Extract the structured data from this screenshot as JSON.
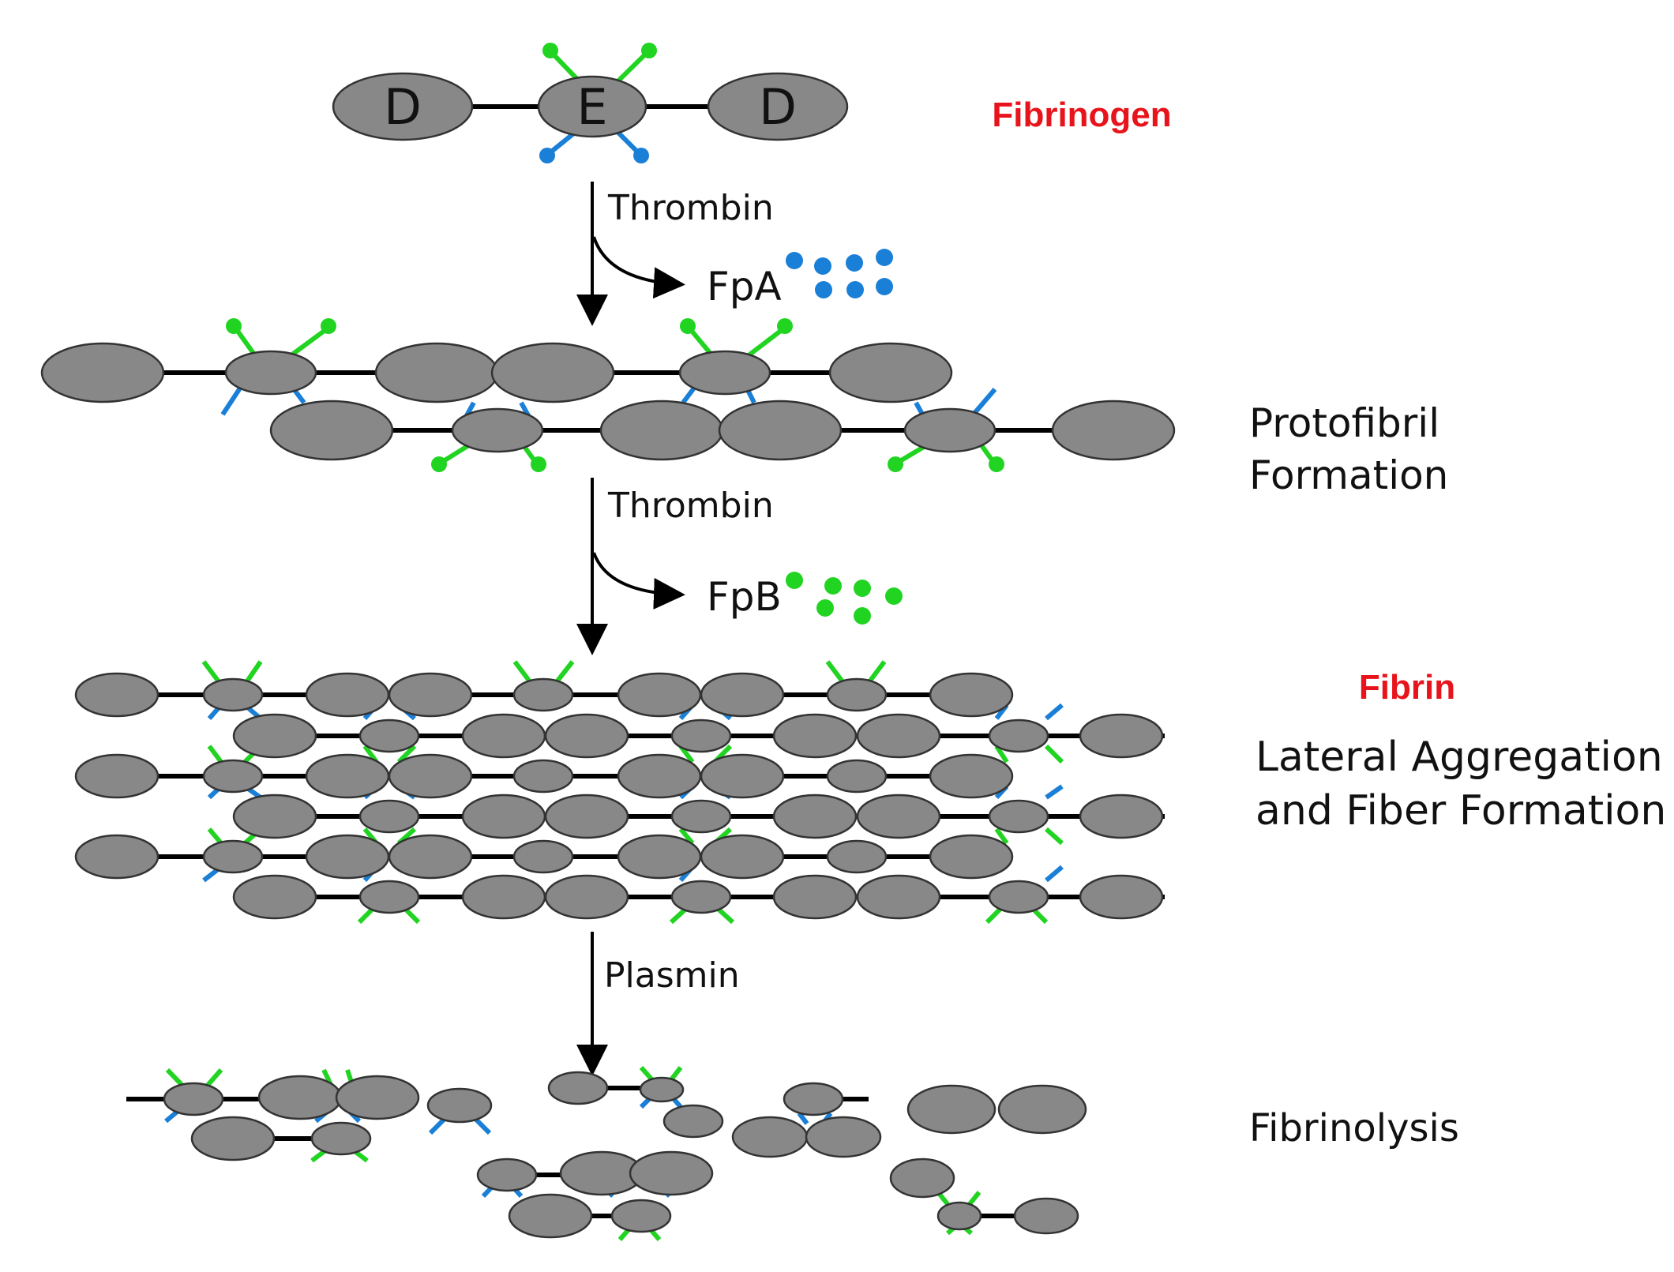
{
  "fibrinogen": {
    "label": "Fibrinogen",
    "domains": [
      "D",
      "E",
      "D"
    ]
  },
  "steps": {
    "thrombin_1": "Thrombin",
    "fpa": "FpA",
    "thrombin_2": "Thrombin",
    "fpb": "FpB",
    "plasmin": "Plasmin"
  },
  "stages": {
    "protofibril": [
      "Protofibril",
      "Formation"
    ],
    "fibrin": "Fibrin",
    "lateral": [
      "Lateral Aggregation",
      "and Fiber Formation"
    ],
    "fibrinolysis": "Fibrinolysis"
  },
  "colors": {
    "domain_fill": "#888888",
    "fibrinopeptide_a": "#1a7fd6",
    "fibrinopeptide_b": "#22d422",
    "highlight_text": "#e8141c"
  }
}
